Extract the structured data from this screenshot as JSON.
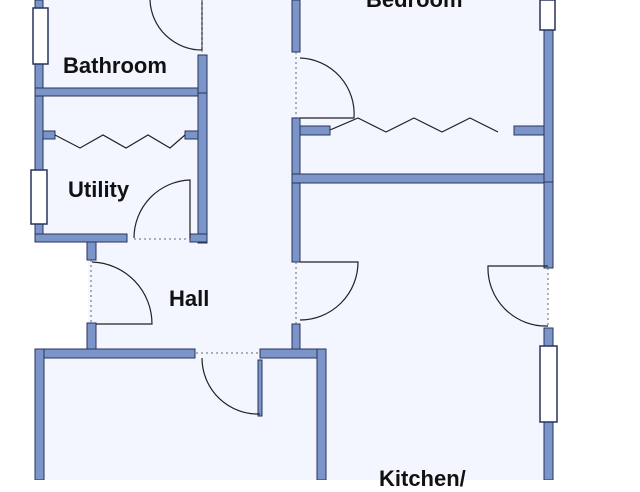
{
  "plan": {
    "rooms": {
      "bedroom": "Bedroom",
      "bathroom": "Bathroom",
      "utility": "Utility",
      "hall": "Hall",
      "kitchen": "Kitchen/"
    },
    "colors": {
      "wall_fill": "#7b95c9",
      "wall_stroke": "#27335c",
      "floor": "#f4f6ff",
      "line": "#222222",
      "window_fill": "#ffffff"
    }
  }
}
